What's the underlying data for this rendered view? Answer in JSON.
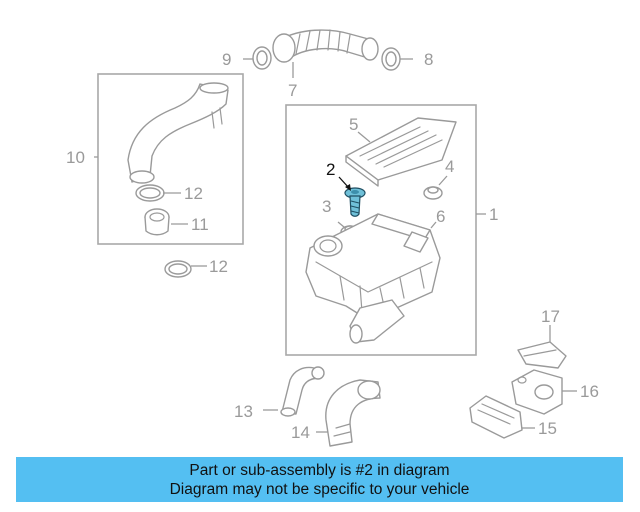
{
  "diagram": {
    "callouts": {
      "c1": "1",
      "c2": "2",
      "c3": "3",
      "c4": "4",
      "c5": "5",
      "c6": "6",
      "c7": "7",
      "c8": "8",
      "c9": "9",
      "c10": "10",
      "c11": "11",
      "c12a": "12",
      "c12b": "12",
      "c13": "13",
      "c14": "14",
      "c15": "15",
      "c16": "16",
      "c17": "17"
    },
    "highlighted_part": "2",
    "colors": {
      "highlight": "#6fc0d8",
      "parts": "#9a9a9a",
      "banner": "#54bff2"
    }
  },
  "banner": {
    "line1": "Part or sub-assembly is #2 in diagram",
    "line2": "Diagram may not be specific to your vehicle"
  }
}
